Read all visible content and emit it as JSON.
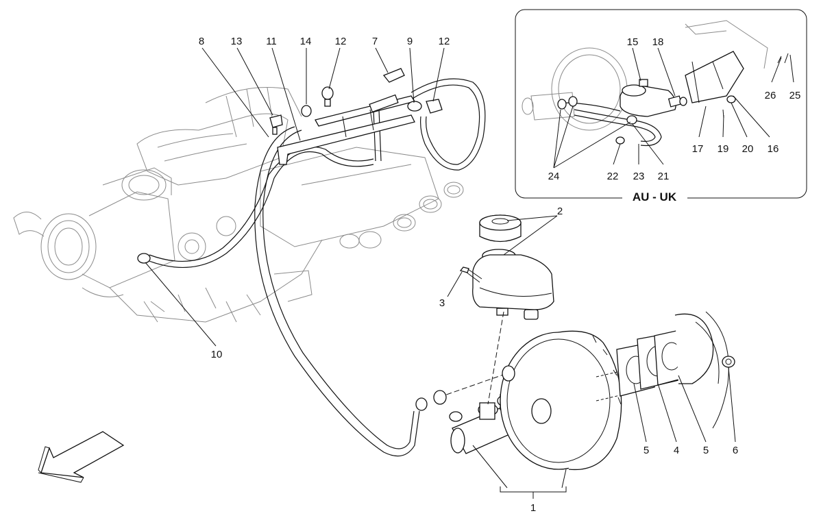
{
  "inset": {
    "title": "AU - UK"
  },
  "callouts": {
    "c1": "1",
    "c2": "2",
    "c3": "3",
    "c4": "4",
    "c5a": "5",
    "c5b": "5",
    "c6": "6",
    "c7": "7",
    "c8": "8",
    "c9": "9",
    "c10": "10",
    "c11": "11",
    "c12a": "12",
    "c12b": "12",
    "c13": "13",
    "c14": "14",
    "c15": "15",
    "c16": "16",
    "c17": "17",
    "c18": "18",
    "c19": "19",
    "c20": "20",
    "c21": "21",
    "c22": "22",
    "c23": "23",
    "c24": "24",
    "c25": "25",
    "c26": "26"
  },
  "icons": {
    "front-arrow": "direction-arrow-icon"
  }
}
